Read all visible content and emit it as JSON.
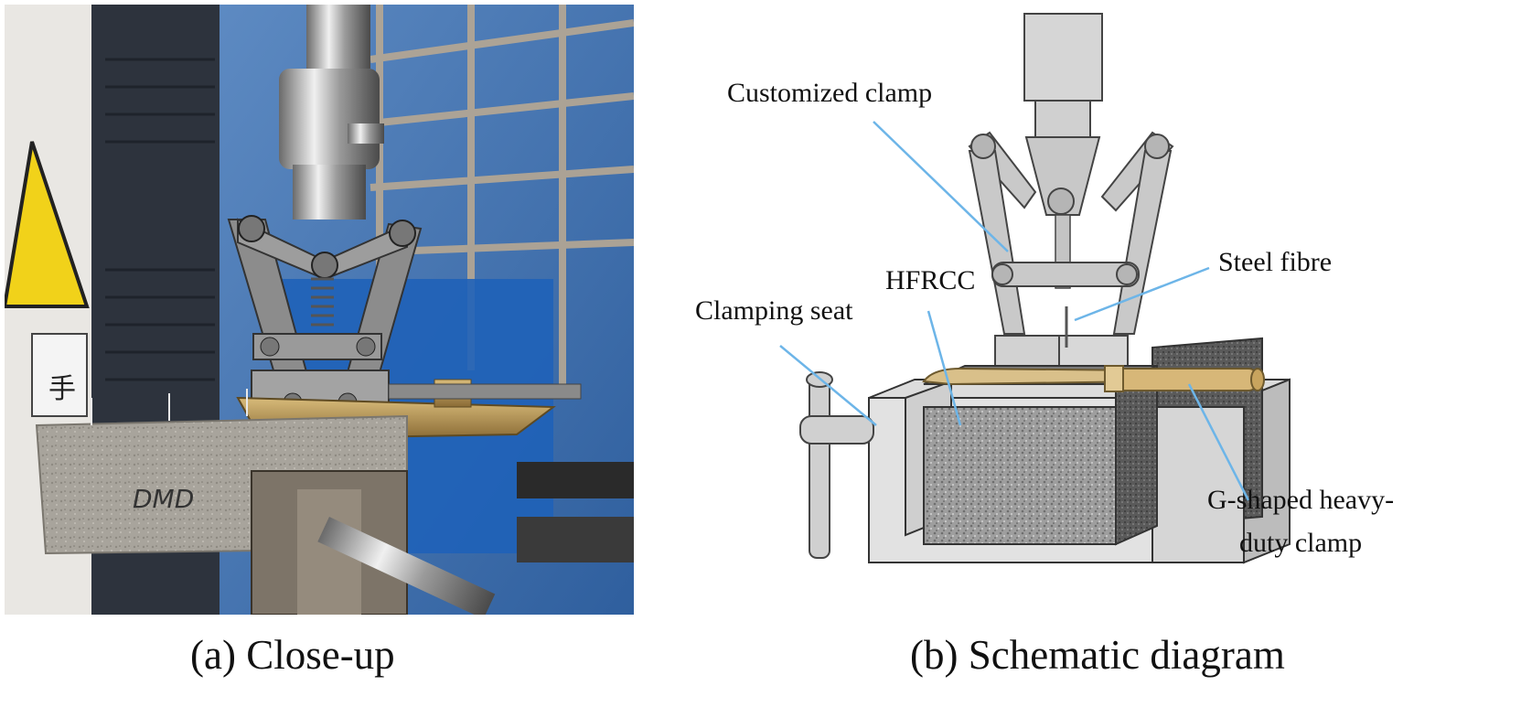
{
  "photo": {
    "caption": "(a) Close-up",
    "specimen_marking": "DMD",
    "sign_text": "手"
  },
  "schematic": {
    "caption": "(b) Schematic diagram",
    "labels": {
      "customized_clamp": "Customized clamp",
      "steel_fibre": "Steel fibre",
      "hfrcc": "HFRCC",
      "clamping_seat": "Clamping seat",
      "g_clamp_line1": "G-shaped heavy-",
      "g_clamp_line2": "duty clamp"
    }
  },
  "colors": {
    "callout_line": "#6db5e8",
    "steel": "#d0d0d0",
    "concrete": "#9a9a9a",
    "brass": "#c8a96a",
    "background_blue": "#3f78b8"
  }
}
